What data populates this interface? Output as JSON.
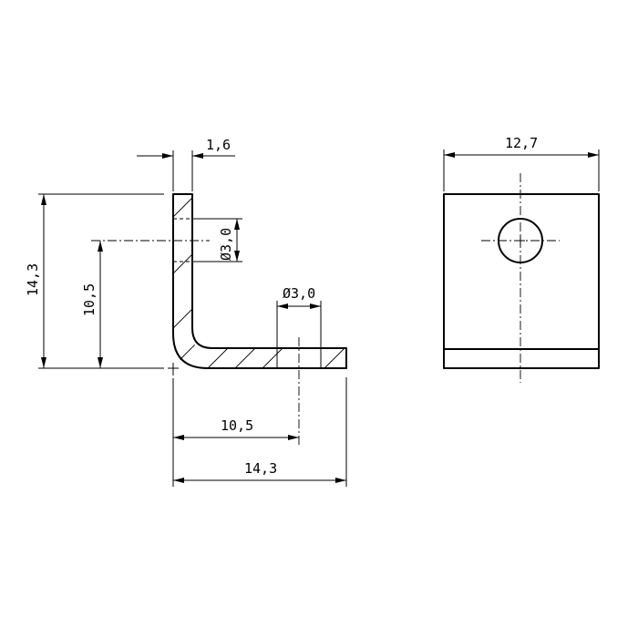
{
  "dimensions": {
    "thickness": "1,6",
    "height_total": "14,3",
    "hole_height": "10,5",
    "hole_diameter_vertical": "Ø3,0",
    "hole_diameter_horizontal": "Ø3,0",
    "hole_offset_horizontal": "10,5",
    "length_total": "14,3",
    "width": "12,7"
  }
}
